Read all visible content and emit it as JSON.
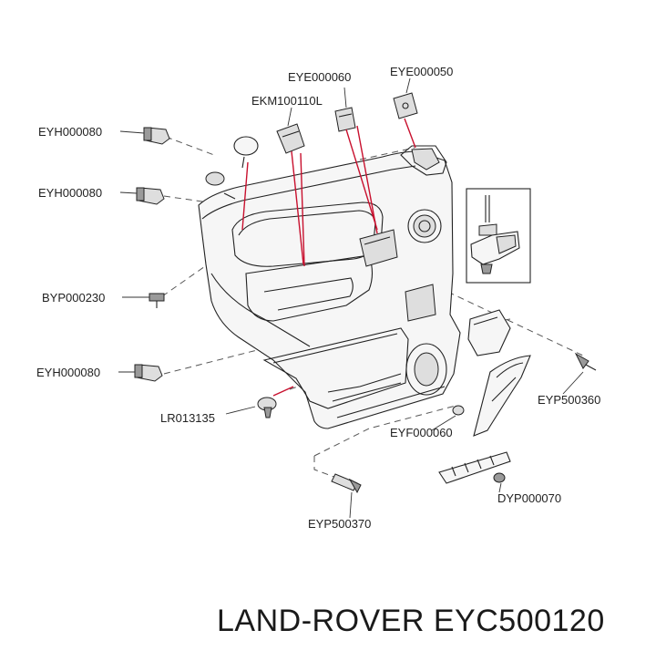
{
  "parts": [
    {
      "key": "eye000060",
      "code": "EYE000060"
    },
    {
      "key": "eye000050",
      "code": "EYE000050"
    },
    {
      "key": "ekm100110l",
      "code": "EKM100110L"
    },
    {
      "key": "eyh000080_a",
      "code": "EYH000080"
    },
    {
      "key": "eyh000080_b",
      "code": "EYH000080"
    },
    {
      "key": "byp000230",
      "code": "BYP000230"
    },
    {
      "key": "eyh000080_c",
      "code": "EYH000080"
    },
    {
      "key": "lr013135",
      "code": "LR013135"
    },
    {
      "key": "eyf000060",
      "code": "EYF000060"
    },
    {
      "key": "eyp500360",
      "code": "EYP500360"
    },
    {
      "key": "dyp000070",
      "code": "DYP000070"
    },
    {
      "key": "eyp500370",
      "code": "EYP500370"
    }
  ],
  "footer": {
    "text": "LAND-ROVER EYC500120"
  },
  "colors": {
    "line": "#222222",
    "leader_red": "#c8102e",
    "fill_light": "#f4f4f4",
    "fill_mid": "#dcdcdc"
  }
}
